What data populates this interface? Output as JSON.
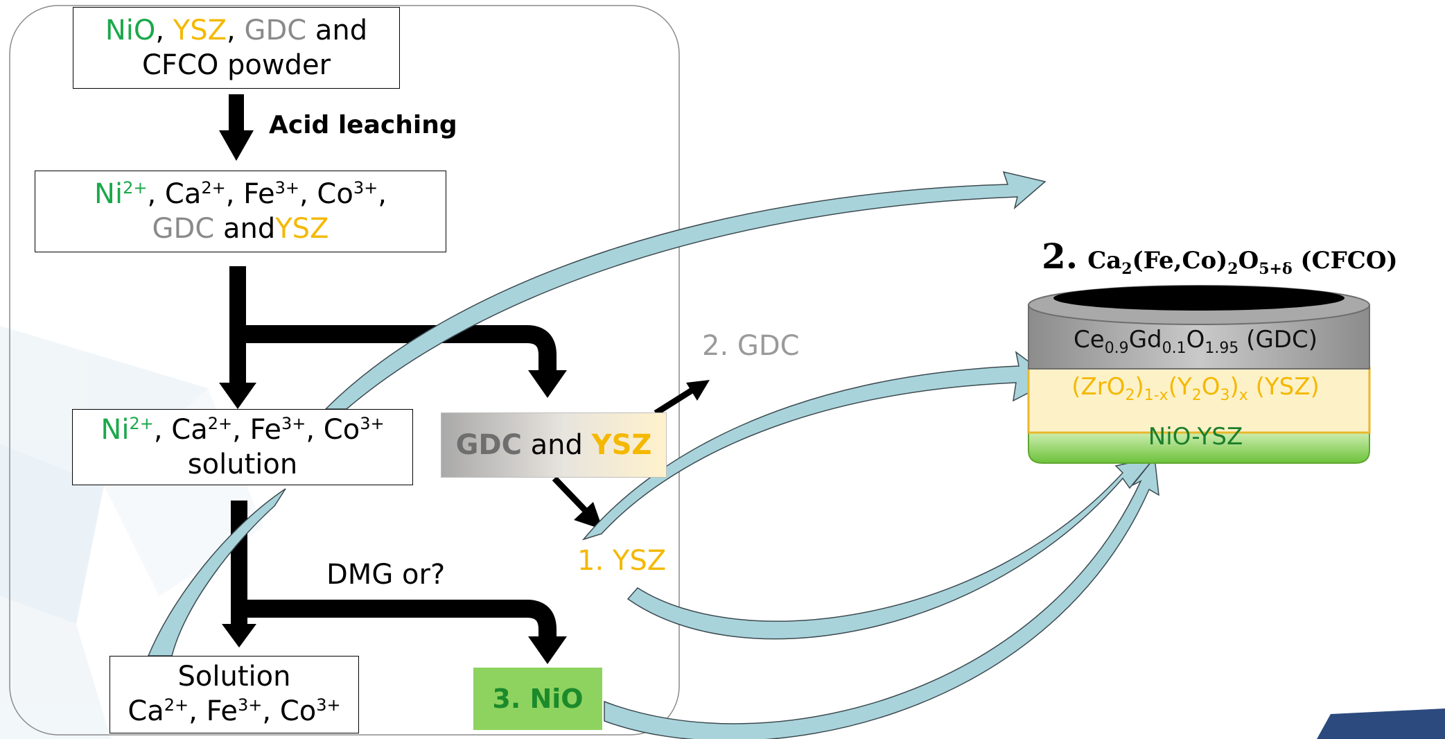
{
  "boxes": {
    "powder": {
      "nio": "NiO",
      "sep1": ", ",
      "ysz": "YSZ",
      "sep2": ", ",
      "gdc": "GDC",
      "tail": " and",
      "line2": "CFCO powder"
    },
    "leached": {
      "ni": "Ni",
      "ni_charge": "2+",
      "ca": ", Ca",
      "ca_charge": "2+",
      "fe": ", Fe",
      "fe_charge": "3+",
      "co": ", Co",
      "co_charge": "3+",
      "co_tail": ",",
      "gdc": "GDC",
      "and": " and",
      "ysz": "YSZ"
    },
    "solution": {
      "ni": "Ni",
      "ni_charge": "2+",
      "ca": ", Ca",
      "ca_charge": "2+",
      "fe": ", Fe",
      "fe_charge": "3+",
      "co": ", Co",
      "co_charge": "3+",
      "line2": "solution"
    },
    "final_solution": {
      "line1": "Solution",
      "ca": "Ca",
      "ca_charge": "2+",
      "fe": ", Fe",
      "fe_charge": "3+",
      "co": ", Co",
      "co_charge": "3+"
    }
  },
  "labels": {
    "step1": "Acid leaching",
    "dmg": "DMG or?",
    "gdc_out": "2. GDC",
    "ysz_out": "1. YSZ"
  },
  "gdc_ysz_box": {
    "gdc": "GDC",
    "and": " and ",
    "ysz": "YSZ"
  },
  "nio_box": {
    "label": "3. NiO"
  },
  "cell": {
    "title_num": "2.",
    "title_parts": {
      "a": "Ca",
      "a_sub": "2",
      "b": "(Fe,Co)",
      "b_sub": "2",
      "c": "O",
      "c_sub": "5+δ",
      "d": " (CFCO)"
    },
    "gdc_layer": {
      "a": "Ce",
      "a_sub": "0.9",
      "b": "Gd",
      "b_sub": "0.1",
      "c": "O",
      "c_sub": "1.95",
      "d": " (GDC)"
    },
    "ysz_layer": {
      "a": "(ZrO",
      "a_sub": "2",
      "b": ")",
      "b_sub": "1-x",
      "c": "(Y",
      "c_sub": "2",
      "d": "O",
      "d_sub": "3",
      "e": ")",
      "e_sub": "x",
      "f": " (YSZ)"
    },
    "nio_layer": "NiO-YSZ"
  },
  "colors": {
    "nio_green": "#1aa84a",
    "ysz_yellow": "#f4b800",
    "gdc_gray": "#8a8a8a",
    "recycle_arrow": "#a9d3da",
    "cell_gdc": "#9b9b9b",
    "cell_ysz": "#fdf1c8",
    "cell_nio": "#86cf4f"
  }
}
